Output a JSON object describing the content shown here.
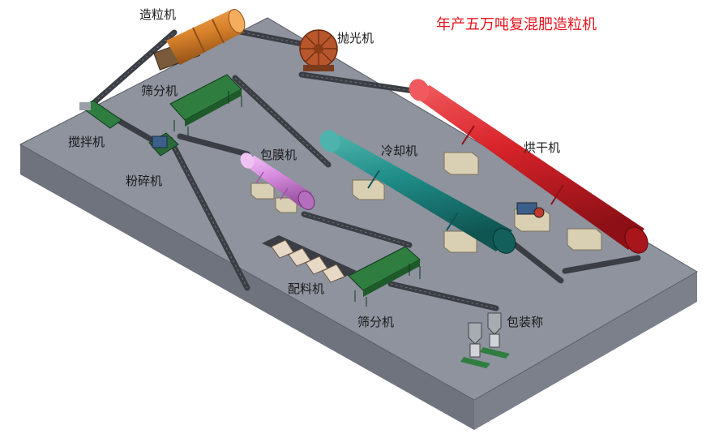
{
  "title": "年产五万吨复混肥造粒机",
  "labels": {
    "granulator": "造粒机",
    "polisher": "抛光机",
    "screener_top": "筛分机",
    "mixer": "搅拌机",
    "crusher": "粉碎机",
    "coater": "包膜机",
    "cooler": "冷却机",
    "dryer": "烘干机",
    "batching": "配料机",
    "screener_bottom": "筛分机",
    "packing": "包装称"
  },
  "colors": {
    "title": "#e8141c",
    "platform_top": "#8e939e",
    "platform_side": "#6e737e",
    "dryer": "#d8232a",
    "cooler": "#1f8c87",
    "coater": "#d98ee0",
    "granulator": "#d9822b",
    "polisher": "#b8562c",
    "screener": "#2f7d3f",
    "conveyor": "#3a3d43"
  }
}
